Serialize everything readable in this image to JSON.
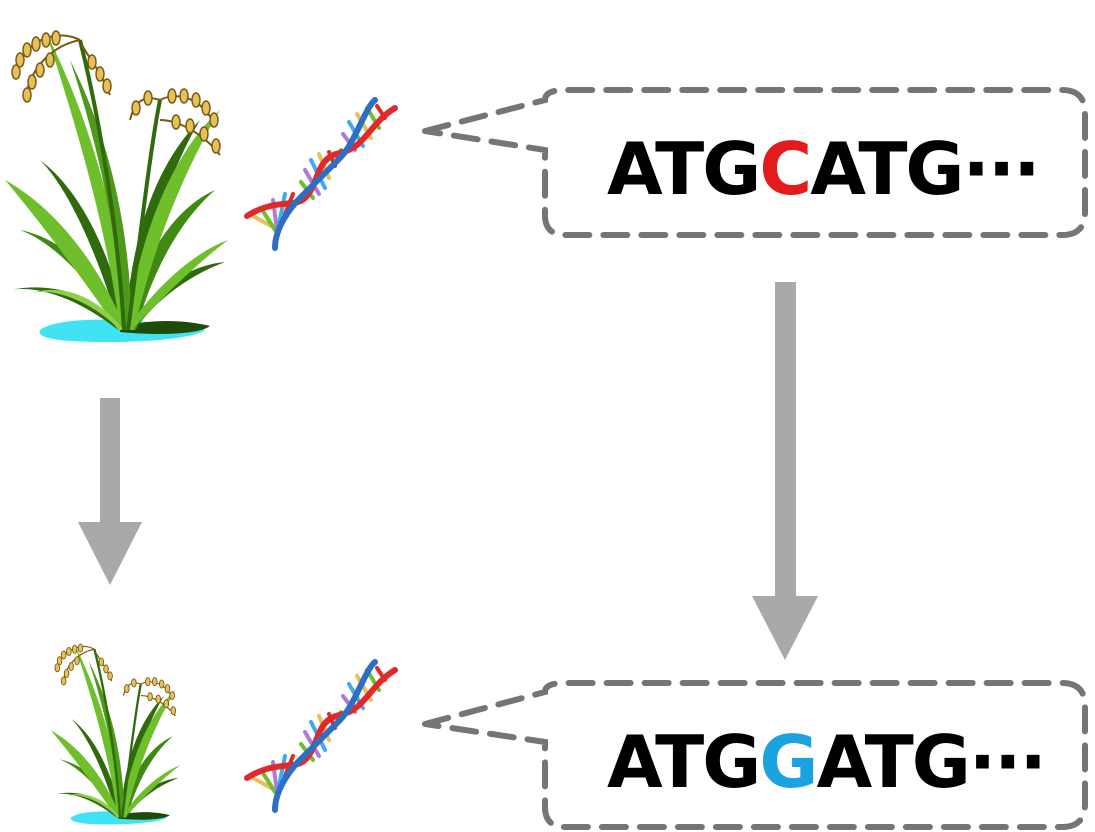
{
  "colors": {
    "arrow": "#aaa9a9",
    "dash": "#757575",
    "text": "#000000",
    "original_base": "#e31b1b",
    "edited_base": "#1aa3e0",
    "plant_dark": "#2f6b0c",
    "plant_light": "#6fbf2c",
    "water": "#3fe3f3",
    "grain": "#e6c15a",
    "dna_red": "#e02a2a",
    "dna_blue": "#2f6fc2"
  },
  "top_sequence": {
    "prefix": "ATG",
    "base": "C",
    "suffix": "ATG",
    "ellipsis": "···"
  },
  "bottom_sequence": {
    "prefix": "ATG",
    "base": "G",
    "suffix": "ATG",
    "ellipsis": "···"
  },
  "icons": {
    "plant_large": "rice-plant-icon",
    "plant_small": "rice-plant-icon",
    "dna": "dna-helix-icon",
    "arrow": "down-arrow-icon"
  }
}
